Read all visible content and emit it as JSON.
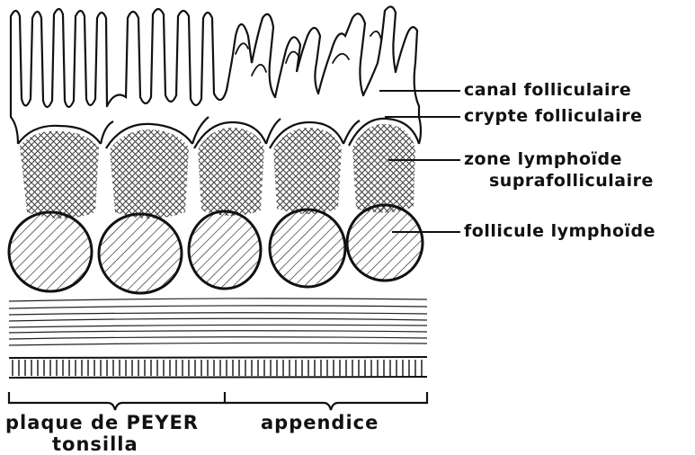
{
  "diagram": {
    "labels": {
      "canal": "canal folliculaire",
      "crypte": "crypte folliculaire",
      "zone_line1": "zone lymphoïde",
      "zone_line2": "suprafolliculaire",
      "follicule": "follicule lymphoïde"
    },
    "bottom_labels": {
      "peyer": "plaque de PEYER",
      "appendice": "appendice",
      "tonsilla": "tonsilla"
    },
    "colors": {
      "ink": "#111111",
      "background": "#ffffff"
    }
  }
}
